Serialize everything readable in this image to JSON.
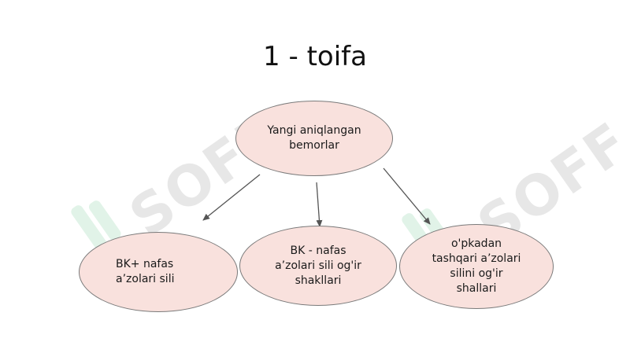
{
  "title": "1 - toifa",
  "watermark_text": "SOFF",
  "nodes": {
    "root": "Yangi aniqlangan\nbemorlar",
    "left": "BK+  nafas\na’zolari sili",
    "middle": "BK - nafas\na’zolari sili og'ir\nshakllari",
    "right": "o'pkadan\ntashqari a’zolari\nsilini og'ir\nshallari"
  },
  "colors": {
    "node_fill": "#f9e1dd",
    "node_border": "#7a7a7a",
    "arrow": "#555555"
  }
}
